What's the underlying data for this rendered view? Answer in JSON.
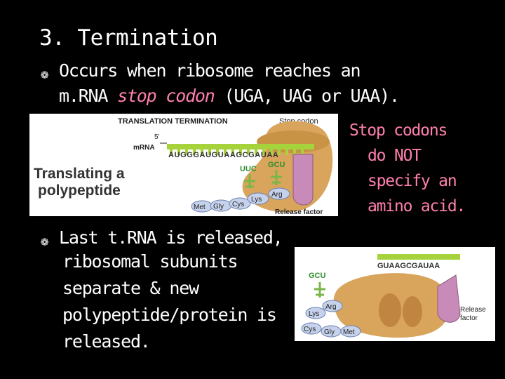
{
  "slide": {
    "title": "3. Termination",
    "bullet1": {
      "line1": "Occurs when ribosome reaches an",
      "line2_prefix": "m.RNA ",
      "line2_emphasis": "stop codon",
      "line2_suffix": " (UGA, UAG or UAA)."
    },
    "side_note": [
      "Stop codons",
      "do NOT",
      "specify an",
      "amino acid."
    ],
    "bullet2": [
      "Last t.RNA is released,",
      "ribosomal subunits",
      "separate & new",
      "polypeptide/protein is",
      "released."
    ]
  },
  "figure1": {
    "header": "TRANSLATION TERMINATION",
    "stop_codon_label": "Stop codon",
    "five_prime": "5'",
    "mrna_label": "mRNA",
    "mrna_sequence": "AUGGGAUGUAAGCGAUAA",
    "left_caption_line1": "Translating a",
    "left_caption_line2": "polypeptide",
    "anticodon_1": "UUC",
    "anticodon_2": "GCU",
    "amino_acids": [
      "Met",
      "Gly",
      "Cys",
      "Lys",
      "Arg"
    ],
    "release_factor": "Release factor"
  },
  "figure2": {
    "anticodon": "GCU",
    "mrna_sequence": "GUAAGCGAUAA",
    "amino_acids": [
      "Arg",
      "Lys",
      "Cys",
      "Gly",
      "Met"
    ],
    "release_label_line1": "Release",
    "release_label_line2": "factor"
  },
  "colors": {
    "background": "#000000",
    "text": "#ffffff",
    "accent_pink": "#ff7fae",
    "ribosome": "#d9a45c",
    "mrna_green": "#a6d23c",
    "release_factor": "#c88ab8"
  }
}
